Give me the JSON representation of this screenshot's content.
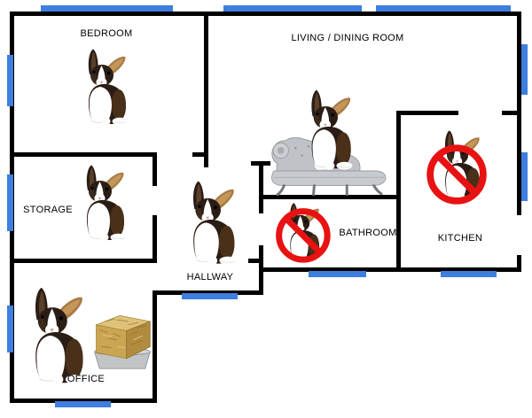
{
  "diagram": {
    "type": "floor-plan",
    "colors": {
      "background": "#ffffff",
      "wall": "#000000",
      "window": "#3e7ede",
      "prohibition": "#e81212",
      "label_text": "#000000"
    },
    "rooms": [
      {
        "id": "bedroom",
        "label": "BEDROOM",
        "contents": "rabbit"
      },
      {
        "id": "living-dining-room",
        "label": "LIVING / DINING ROOM",
        "contents": "rabbit sitting on chaise lounge"
      },
      {
        "id": "storage",
        "label": "STORAGE",
        "contents": "rabbit"
      },
      {
        "id": "hallway",
        "label": "HALLWAY",
        "contents": "rabbit"
      },
      {
        "id": "office",
        "label": "OFFICE",
        "contents": "rabbit and hay bale in litter tray"
      },
      {
        "id": "bathroom",
        "label": "BATHROOM",
        "contents": "rabbit covered by red no-entry sign"
      },
      {
        "id": "kitchen",
        "label": "KITCHEN",
        "contents": "rabbit covered by red no-entry sign"
      }
    ],
    "icons": {
      "rabbit": "dutch-rabbit",
      "no_entry": "red-circle-slash",
      "window_marker": "blue-bar",
      "chaise": "grey-chaise-lounge",
      "hay": "hay-bale-in-litter-tray"
    }
  }
}
